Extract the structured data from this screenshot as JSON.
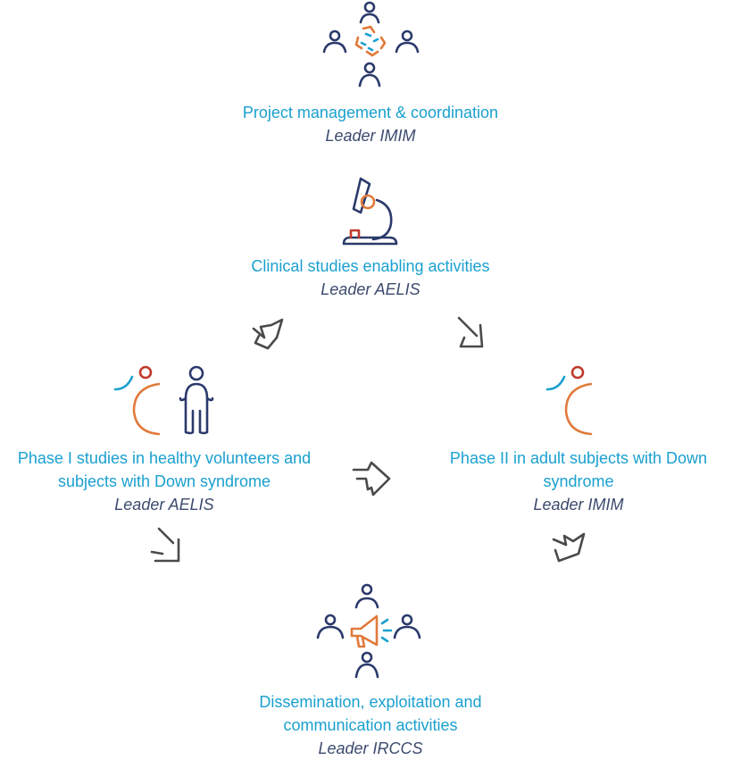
{
  "nodes": {
    "project": {
      "title": "Project management & coordination",
      "leader": "Leader IMIM"
    },
    "clinical": {
      "title": "Clinical studies enabling activities",
      "leader": "Leader AELIS"
    },
    "phase1": {
      "title_line1": "Phase I studies in healthy volunteers and",
      "title_line2": "subjects with Down syndrome",
      "leader": "Leader AELIS"
    },
    "phase2": {
      "title_line1": "Phase II in adult subjects with Down",
      "title_line2": "syndrome",
      "leader": "Leader IMIM"
    },
    "dissemination": {
      "title_line1": "Dissemination, exploitation and",
      "title_line2": "communication activities",
      "leader": "Leader IRCCS"
    }
  },
  "colors": {
    "title": "#1aa0cf",
    "leader": "#3c4a6e",
    "navy": "#2b3a6b",
    "orange": "#e07a3a",
    "cyan": "#1aa0cf",
    "red": "#c0392b",
    "arrow": "#4a4a4a"
  },
  "icons": [
    "team-coordination-icon",
    "microscope-icon",
    "healthy-volunteer-icon",
    "adult-subject-icon",
    "megaphone-team-icon",
    "arrow-icon"
  ]
}
